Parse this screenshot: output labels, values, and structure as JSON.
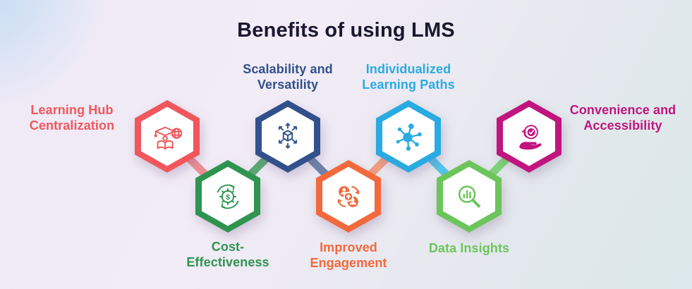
{
  "title": {
    "text": "Benefits of using LMS",
    "color": "#19182f"
  },
  "background": {
    "top_left_tint": "#aad7f2",
    "lavender": "#f2ecf7",
    "bottom_right": "#dbe7ea"
  },
  "items": [
    {
      "label": "Learning Hub Centralization",
      "color": "#f0575c",
      "icon": "graduation-globe-icon",
      "row": "top",
      "label_position": "left"
    },
    {
      "label": "Cost-Effectiveness",
      "color": "#2e9450",
      "icon": "gear-dollar-cycle-icon",
      "row": "bottom",
      "label_position": "below"
    },
    {
      "label": "Scalability and Versatility",
      "color": "#31508c",
      "icon": "cube-expand-icon",
      "row": "top",
      "label_position": "above"
    },
    {
      "label": "Improved Engagement",
      "color": "#f2693c",
      "icon": "people-growth-icon",
      "row": "bottom",
      "label_position": "below"
    },
    {
      "label": "Individualized Learning Paths",
      "color": "#29abe2",
      "icon": "network-paths-icon",
      "row": "top",
      "label_position": "above"
    },
    {
      "label": "Data Insights",
      "color": "#6cc55b",
      "icon": "magnifier-chart-icon",
      "row": "bottom",
      "label_position": "below"
    },
    {
      "label": "Convenience and Accessibility",
      "color": "#c0157e",
      "icon": "hand-check-icon",
      "row": "top",
      "label_position": "right"
    }
  ],
  "connectors": [
    {
      "from": "Learning Hub Centralization",
      "to": "Cost-Effectiveness",
      "color": "#ef9094"
    },
    {
      "from": "Cost-Effectiveness",
      "to": "Scalability and Versatility",
      "color": "#5cab74"
    },
    {
      "from": "Scalability and Versatility",
      "to": "Improved Engagement",
      "color": "#6d84ab"
    },
    {
      "from": "Improved Engagement",
      "to": "Individualized Learning Paths",
      "color": "#f2a183"
    },
    {
      "from": "Individualized Learning Paths",
      "to": "Data Insights",
      "color": "#54c5ea"
    },
    {
      "from": "Data Insights",
      "to": "Convenience and Accessibility",
      "color": "#7fd678"
    }
  ]
}
